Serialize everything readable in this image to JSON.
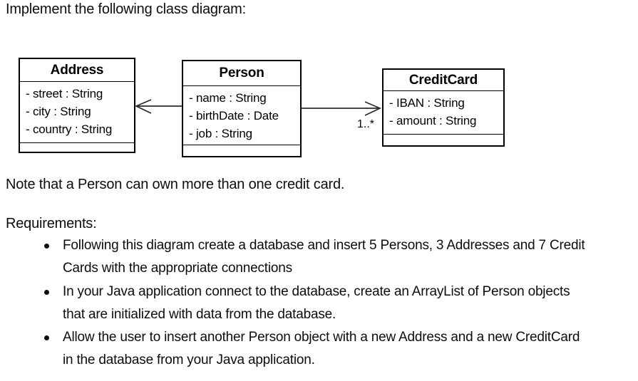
{
  "page": {
    "title": "Implement the following class diagram:",
    "note": "Note that a Person can own more than one credit card.",
    "requirements_label": "Requirements:"
  },
  "diagram": {
    "type": "uml-class-diagram",
    "classes": [
      {
        "name": "Address",
        "attributes": [
          "- street : String",
          "- city : String",
          "- country : String"
        ],
        "methods": []
      },
      {
        "name": "Person",
        "attributes": [
          "- name : String",
          "- birthDate : Date",
          "- job : String"
        ],
        "methods": []
      },
      {
        "name": "CreditCard",
        "attributes": [
          "- IBAN : String",
          "- amount : String"
        ],
        "methods": []
      }
    ],
    "associations": [
      {
        "source": "Person",
        "target": "Address",
        "arrow": "open",
        "multiplicity": ""
      },
      {
        "source": "Person",
        "target": "CreditCard",
        "arrow": "open",
        "multiplicity": "1..*"
      }
    ],
    "line_color": "#000000"
  },
  "requirements": [
    {
      "text": "Following this diagram create a database and insert 5 Persons, 3 Addresses and 7 Credit\nCards with the appropriate connections"
    },
    {
      "text": "In your Java application connect to the database, create an ArrayList of Person objects\nthat are initialized with data from the database."
    },
    {
      "text": "Allow the user to insert another Person object with a new Address and a new CreditCard\nin the database from your Java application."
    }
  ]
}
